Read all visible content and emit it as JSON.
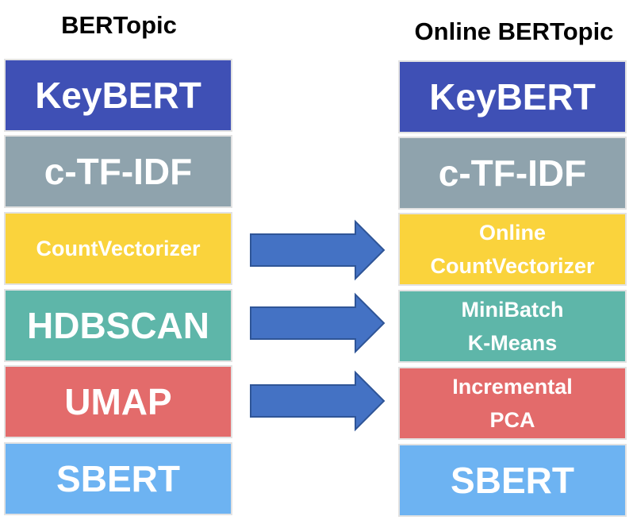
{
  "colors": {
    "keybert": "#3f50b5",
    "ctfidf": "#8fa3ad",
    "count": "#fad33c",
    "cluster": "#5eb6a9",
    "reduce": "#e36b6b",
    "embed": "#6db3f2",
    "arrow": "#4472c4"
  },
  "left": {
    "title": "BERTopic",
    "blocks": [
      {
        "label": "KeyBERT"
      },
      {
        "label": "c-TF-IDF"
      },
      {
        "label": "CountVectorizer"
      },
      {
        "label": "HDBSCAN"
      },
      {
        "label": "UMAP"
      },
      {
        "label": "SBERT"
      }
    ]
  },
  "right": {
    "title": "Online BERTopic",
    "blocks": [
      {
        "label": "KeyBERT"
      },
      {
        "label": "c-TF-IDF"
      },
      {
        "label": "Online\nCountVectorizer"
      },
      {
        "label": "MiniBatch\nK-Means"
      },
      {
        "label": "Incremental\nPCA"
      },
      {
        "label": "SBERT"
      }
    ]
  },
  "arrows": [
    {
      "icon": "right-arrow-icon"
    },
    {
      "icon": "right-arrow-icon"
    },
    {
      "icon": "right-arrow-icon"
    }
  ]
}
